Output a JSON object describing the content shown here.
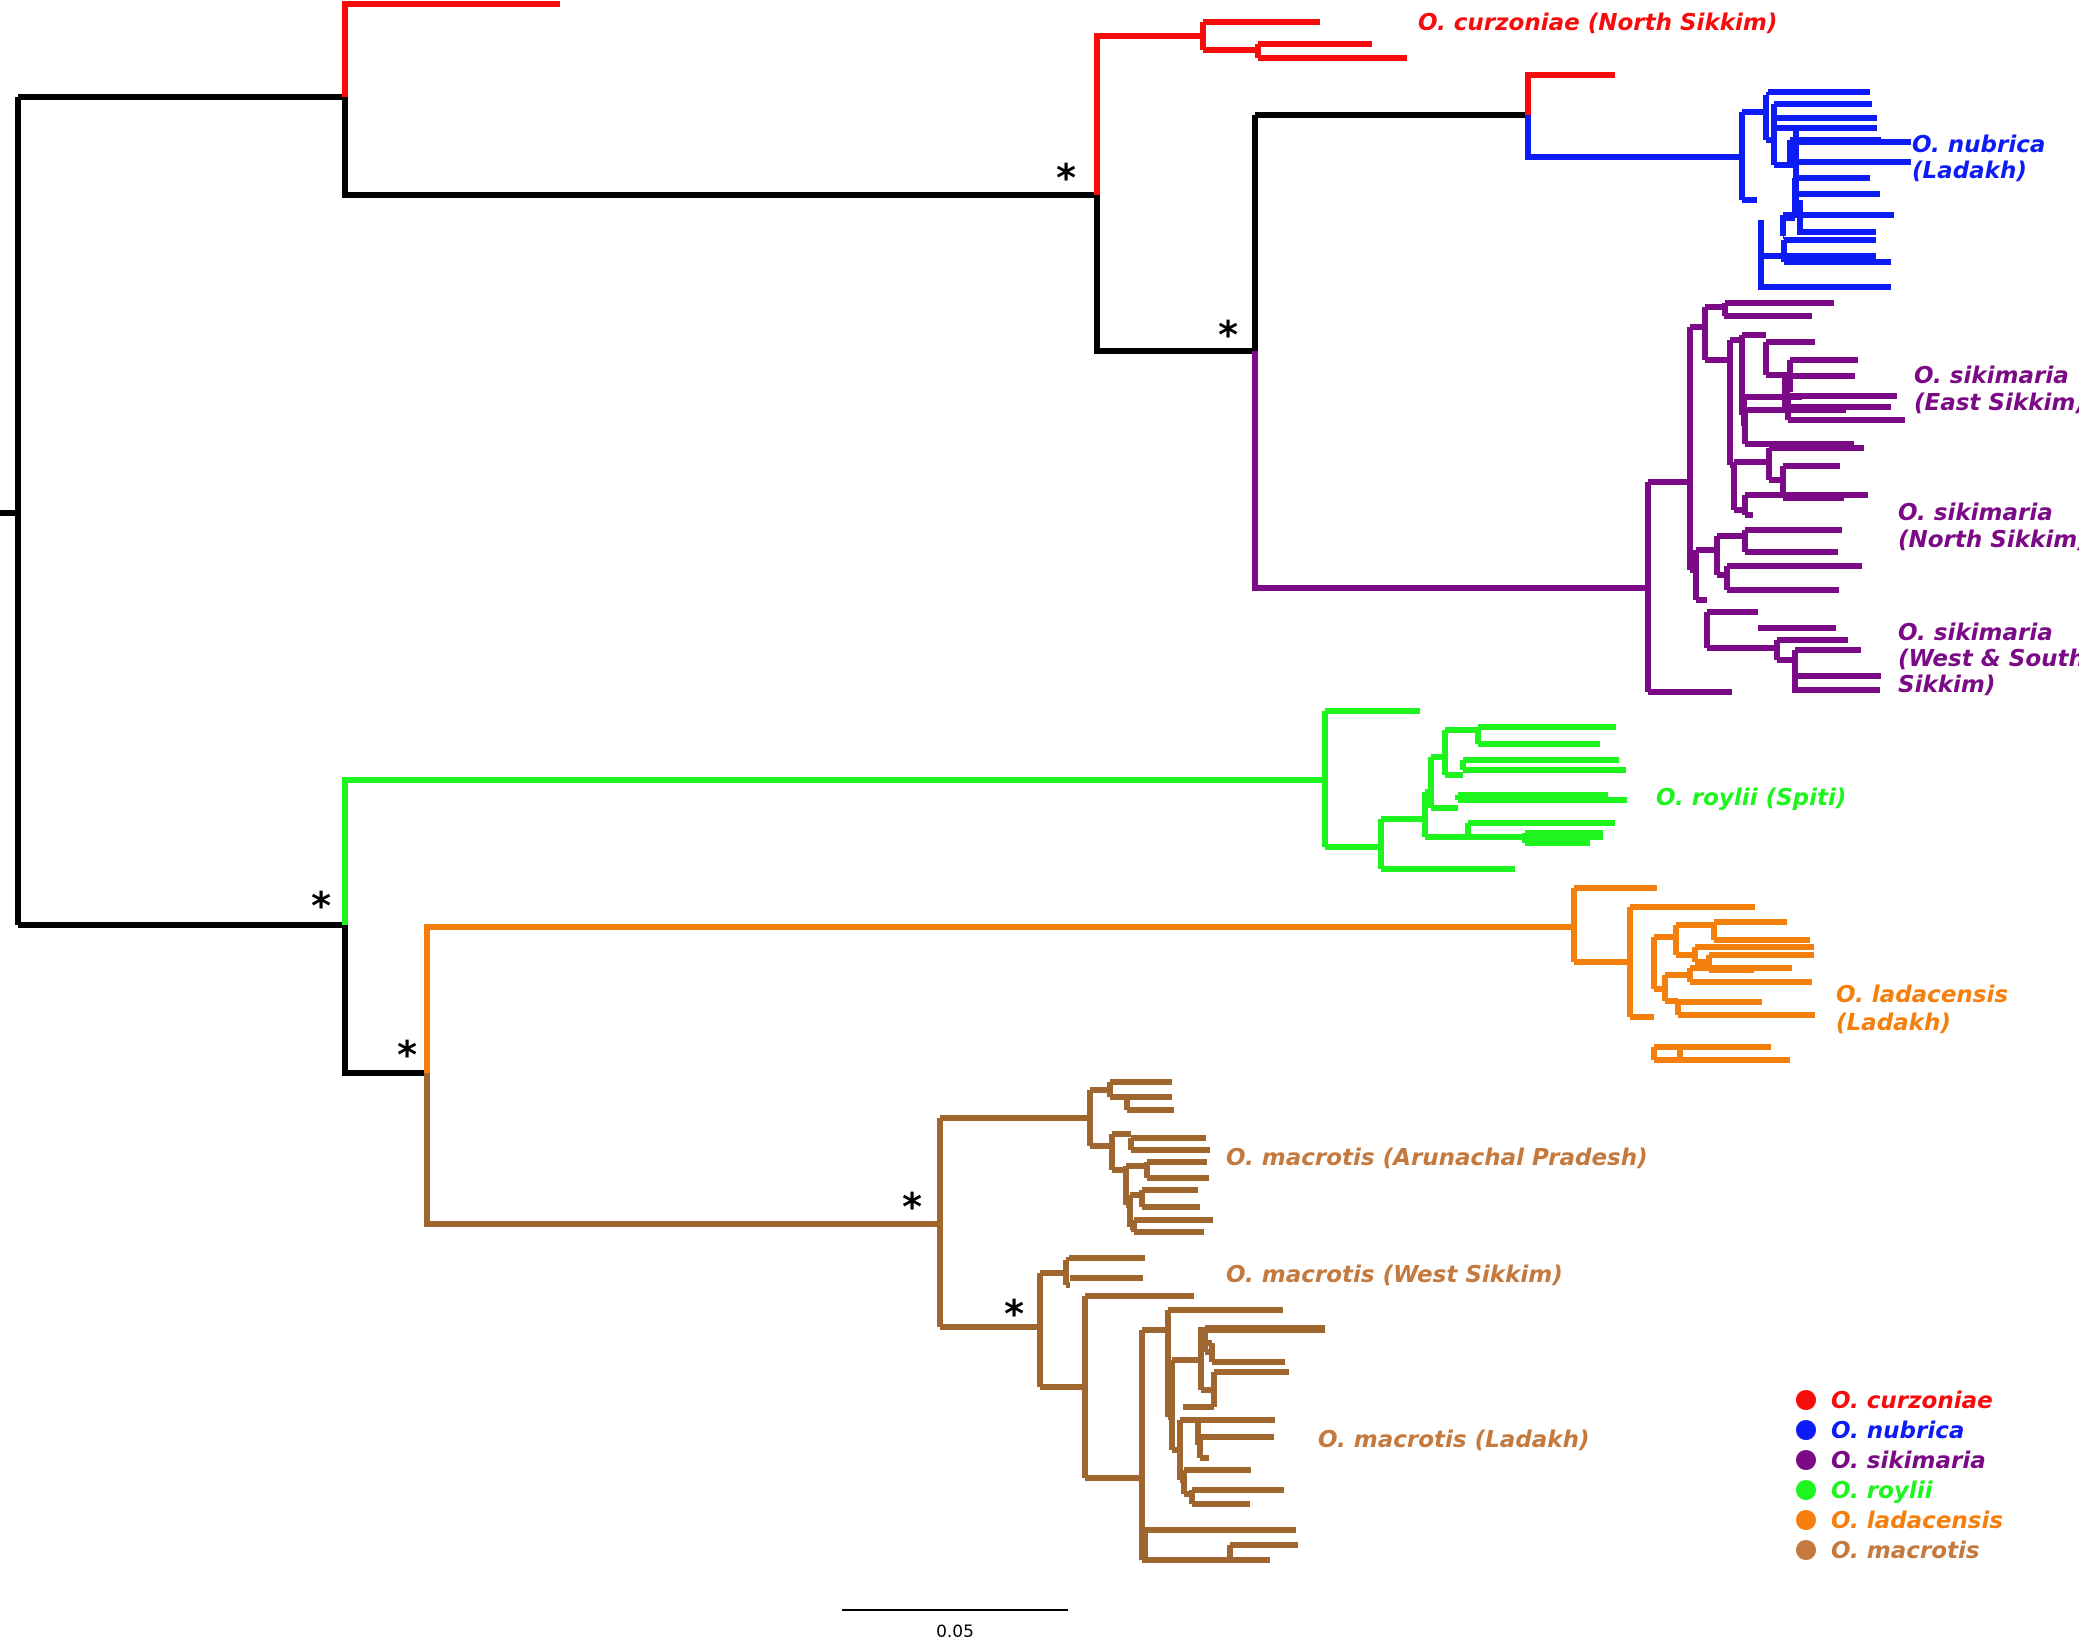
{
  "colors": {
    "backbone": "#000000",
    "curzoniae": "#f50d0d",
    "nubrica": "#0d1bf5",
    "sikimaria": "#7a0a85",
    "roylii": "#1ef51e",
    "ladacensis": "#f57f0d",
    "macrotis": "#a0662f",
    "macrotis_label": "#c47a3e"
  },
  "clade_labels": [
    {
      "lines": [
        "O. curzoniae (North Sikkim)"
      ],
      "color_key": "curzoniae"
    },
    {
      "lines": [
        "O. nubrica",
        "(Ladakh)"
      ],
      "color_key": "nubrica"
    },
    {
      "lines": [
        "O. sikimaria",
        "(East Sikkim)"
      ],
      "color_key": "sikimaria"
    },
    {
      "lines": [
        "O. sikimaria",
        "(North Sikkim)"
      ],
      "color_key": "sikimaria"
    },
    {
      "lines": [
        "O. sikimaria",
        "(West & South",
        "Sikkim)"
      ],
      "color_key": "sikimaria"
    },
    {
      "lines": [
        "O. roylii (Spiti)"
      ],
      "color_key": "roylii"
    },
    {
      "lines": [
        "O. ladacensis",
        "(Ladakh)"
      ],
      "color_key": "ladacensis"
    },
    {
      "lines": [
        "O. macrotis (Arunachal Pradesh)"
      ],
      "color_key": "macrotis_label"
    },
    {
      "lines": [
        "O. macrotis (West Sikkim)"
      ],
      "color_key": "macrotis_label"
    },
    {
      "lines": [
        "O. macrotis (Ladakh)"
      ],
      "color_key": "macrotis_label"
    }
  ],
  "node_support": "*",
  "legend": [
    {
      "label": "O. curzoniae",
      "color_key": "curzoniae"
    },
    {
      "label": "O. nubrica",
      "color_key": "nubrica"
    },
    {
      "label": "O. sikimaria",
      "color_key": "sikimaria"
    },
    {
      "label": "O. roylii",
      "color_key": "roylii"
    },
    {
      "label": "O. ladacensis",
      "color_key": "ladacensis"
    },
    {
      "label": "O. macrotis",
      "color_key": "macrotis_label"
    }
  ],
  "scale_bar": {
    "label": "0.05"
  }
}
